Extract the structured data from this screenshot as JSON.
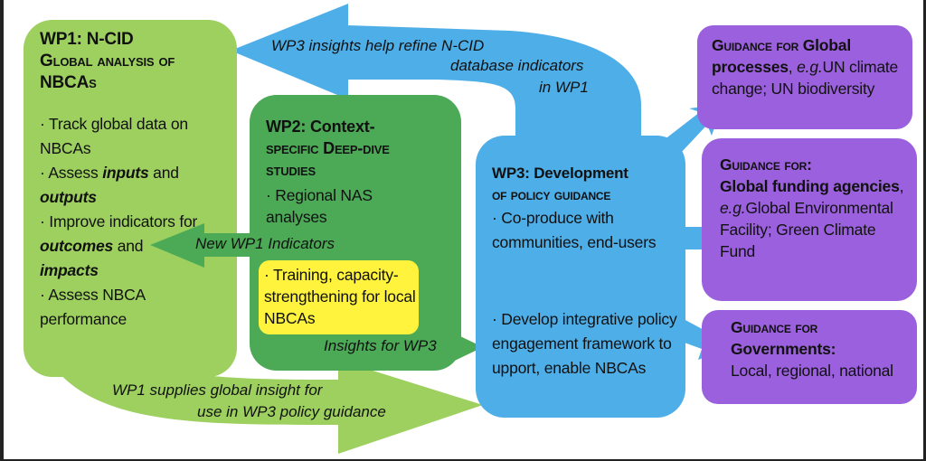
{
  "colors": {
    "wp1": "#9dd05f",
    "wp2": "#4caa57",
    "wp3": "#4eaee8",
    "guidance": "#9b60dd",
    "highlight": "#fff33d"
  },
  "wp1": {
    "title_line1": "WP1: N-CID",
    "title_line2": "Global analysis of",
    "title_line3": "NBCAs",
    "bullets": [
      "· Track global data on NBCAs",
      "· Assess ",
      "inputs",
      " and ",
      "outputs",
      "· Improve indicators for ",
      "outcomes",
      " and ",
      "impacts",
      "· Assess NBCA performance"
    ]
  },
  "wp2": {
    "title_line1": "WP2: Context-",
    "title_line2": "specific Deep-dive",
    "title_line3": "studies",
    "bullet1": "· Regional NAS analyses",
    "highlight": "· Training, capacity-strengthening for local NBCAs"
  },
  "wp3": {
    "title_line1": "WP3: Development",
    "title_line2": "of policy guidance",
    "bullet1": "· Co-produce with communities, end-users",
    "bullet2": "· Develop integrative policy engagement framework to upport, enable NBCAs"
  },
  "arrows": {
    "wp3_to_wp1_line1": "WP3 insights help refine N-CID",
    "wp3_to_wp1_line2": "database indicators",
    "wp3_to_wp1_line3": "in WP1",
    "wp2_to_wp1": "New WP1 Indicators",
    "wp2_to_wp3": "Insights for WP3",
    "wp1_to_wp3_line1": "WP1 supplies global insight for",
    "wp1_to_wp3_line2": "use in WP3 policy guidance"
  },
  "guidance": [
    {
      "head_sc": "Guidance for ",
      "head_bold": "Global processes",
      ", e.g.": "",
      "eg": "e.g.",
      "rest": "UN climate change; UN biodiversity"
    },
    {
      "head_sc": "Guidance for:",
      "head_bold": "Global funding agencies",
      "eg": "e.g.",
      "rest": "Global Environmental Facility; Green Climate Fund"
    },
    {
      "head_sc": "Guidance for",
      "head_bold": "Governments:",
      "rest": "Local, regional, national"
    }
  ]
}
